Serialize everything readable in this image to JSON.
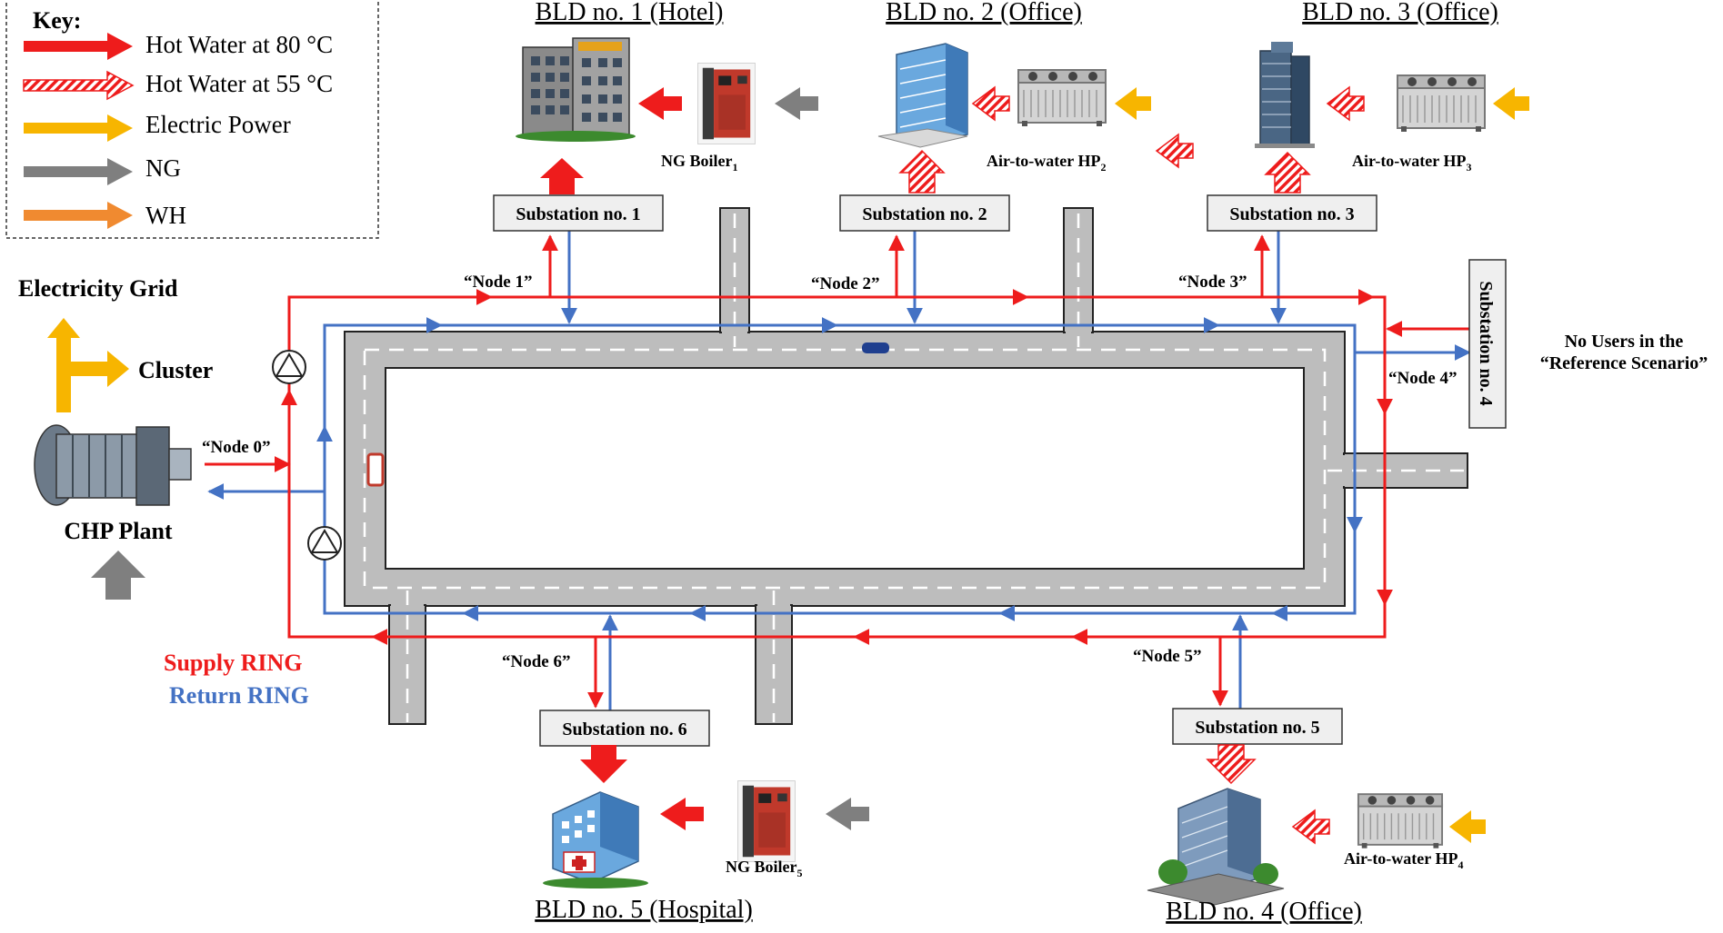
{
  "key": {
    "title": "Key:",
    "items": [
      {
        "label": "Hot Water at 80 °C",
        "color": "#ee1c1c",
        "style": "solid"
      },
      {
        "label": "Hot Water at 55 °C",
        "color": "#ee1c1c",
        "style": "hatched"
      },
      {
        "label": "Electric Power",
        "color": "#f7b500",
        "style": "solid"
      },
      {
        "label": "NG",
        "color": "#7f7f7f",
        "style": "solid"
      },
      {
        "label": "WH",
        "color": "#f08a30",
        "style": "solid"
      }
    ]
  },
  "colors": {
    "supply": "#ee1c1c",
    "return": "#4472c4",
    "electric": "#f7b500",
    "ng": "#7f7f7f"
  },
  "buildings": {
    "bld1": "BLD no. 1 (Hotel)",
    "bld2": "BLD no. 2 (Office)",
    "bld3": "BLD no. 3 (Office)",
    "bld4": "BLD no. 4 (Office)",
    "bld5": "BLD no. 5 (Hospital)"
  },
  "substations": {
    "s1": "Substation no. 1",
    "s2": "Substation no. 2",
    "s3": "Substation no. 3",
    "s4": "Substation no. 4",
    "s5": "Substation no. 5",
    "s6": "Substation no. 6"
  },
  "nodes": {
    "n0": "“Node 0”",
    "n1": "“Node 1”",
    "n2": "“Node 2”",
    "n3": "“Node 3”",
    "n4": "“Node 4”",
    "n5": "“Node 5”",
    "n6": "“Node 6”"
  },
  "equipment": {
    "boiler1": "NG Boiler",
    "boiler1_sub": "1",
    "boiler5": "NG Boiler",
    "boiler5_sub": "5",
    "hp2": "Air-to-water HP",
    "hp2_sub": "2",
    "hp3": "Air-to-water HP",
    "hp3_sub": "3",
    "hp4": "Air-to-water HP",
    "hp4_sub": "4",
    "chp": "CHP Plant"
  },
  "labels": {
    "grid": "Electricity Grid",
    "cluster": "Cluster",
    "supply_ring": "Supply RING",
    "return_ring": "Return RING",
    "no_users_1": "No Users in the",
    "no_users_2": "“Reference Scenario”"
  }
}
